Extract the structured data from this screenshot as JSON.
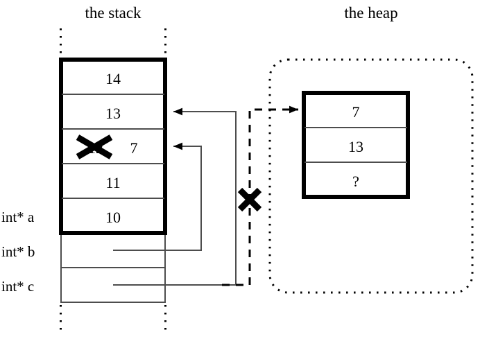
{
  "figure": {
    "title_stack": "the stack",
    "title_heap": "the heap",
    "colors": {
      "ink": "#000000",
      "background": "#ffffff",
      "thin_rule": "#4d4d4d"
    }
  },
  "stack": {
    "label": "the stack",
    "cells": [
      {
        "name": "stack-cell-14",
        "value": "14"
      },
      {
        "name": "stack-cell-13",
        "value": "13"
      },
      {
        "name": "stack-cell-12-replaced",
        "value_struck": "12",
        "value_new": "7"
      },
      {
        "name": "stack-cell-11",
        "value": "11"
      },
      {
        "name": "stack-cell-10",
        "value": "10"
      }
    ],
    "pointers": [
      {
        "name": "pointer-a",
        "label": "int* a"
      },
      {
        "name": "pointer-b",
        "label": "int* b"
      },
      {
        "name": "pointer-c",
        "label": "int* c"
      }
    ]
  },
  "heap": {
    "label": "the heap",
    "cells": [
      {
        "name": "heap-cell-7",
        "value": "7"
      },
      {
        "name": "heap-cell-13",
        "value": "13"
      },
      {
        "name": "heap-cell-unknown",
        "value": "?"
      }
    ]
  },
  "annotations": {
    "broken_link_mark": "✕",
    "struck_value_mark": "✕"
  }
}
